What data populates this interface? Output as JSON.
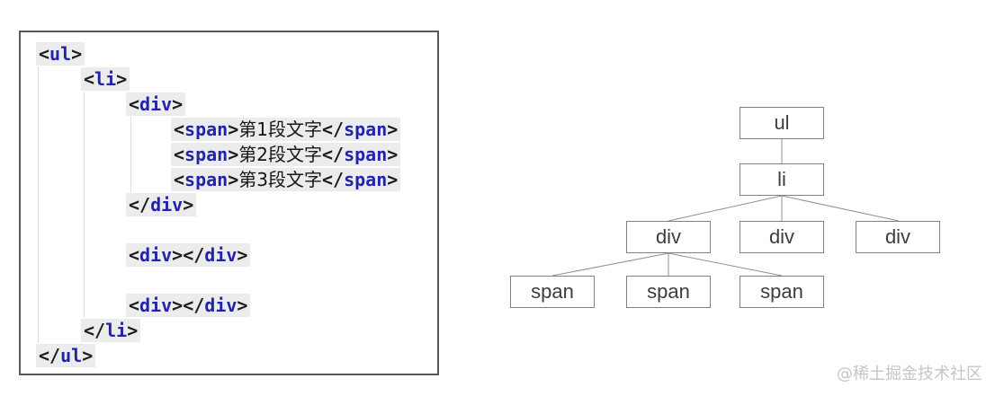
{
  "code": {
    "lines": [
      {
        "indent": 0,
        "segments": [
          {
            "t": "p",
            "v": "<"
          },
          {
            "t": "tag",
            "v": "ul"
          },
          {
            "t": "p",
            "v": ">"
          }
        ]
      },
      {
        "indent": 1,
        "segments": [
          {
            "t": "p",
            "v": "<"
          },
          {
            "t": "tag",
            "v": "li"
          },
          {
            "t": "p",
            "v": ">"
          }
        ]
      },
      {
        "indent": 2,
        "segments": [
          {
            "t": "p",
            "v": "<"
          },
          {
            "t": "tag",
            "v": "div"
          },
          {
            "t": "p",
            "v": ">"
          }
        ]
      },
      {
        "indent": 3,
        "segments": [
          {
            "t": "p",
            "v": "<"
          },
          {
            "t": "tag",
            "v": "span"
          },
          {
            "t": "p",
            "v": ">"
          },
          {
            "t": "text",
            "v": "第1段文字"
          },
          {
            "t": "p",
            "v": "</"
          },
          {
            "t": "tag",
            "v": "span"
          },
          {
            "t": "p",
            "v": ">"
          }
        ]
      },
      {
        "indent": 3,
        "segments": [
          {
            "t": "p",
            "v": "<"
          },
          {
            "t": "tag",
            "v": "span"
          },
          {
            "t": "p",
            "v": ">"
          },
          {
            "t": "text",
            "v": "第2段文字"
          },
          {
            "t": "p",
            "v": "</"
          },
          {
            "t": "tag",
            "v": "span"
          },
          {
            "t": "p",
            "v": ">"
          }
        ]
      },
      {
        "indent": 3,
        "segments": [
          {
            "t": "p",
            "v": "<"
          },
          {
            "t": "tag",
            "v": "span"
          },
          {
            "t": "p",
            "v": ">"
          },
          {
            "t": "text",
            "v": "第3段文字"
          },
          {
            "t": "p",
            "v": "</"
          },
          {
            "t": "tag",
            "v": "span"
          },
          {
            "t": "p",
            "v": ">"
          }
        ]
      },
      {
        "indent": 2,
        "segments": [
          {
            "t": "p",
            "v": "</"
          },
          {
            "t": "tag",
            "v": "div"
          },
          {
            "t": "p",
            "v": ">"
          }
        ]
      },
      {
        "blank": true,
        "segments": []
      },
      {
        "indent": 2,
        "segments": [
          {
            "t": "p",
            "v": "<"
          },
          {
            "t": "tag",
            "v": "div"
          },
          {
            "t": "p",
            "v": "></"
          },
          {
            "t": "tag",
            "v": "div"
          },
          {
            "t": "p",
            "v": ">"
          }
        ]
      },
      {
        "blank": true,
        "segments": []
      },
      {
        "indent": 2,
        "segments": [
          {
            "t": "p",
            "v": "<"
          },
          {
            "t": "tag",
            "v": "div"
          },
          {
            "t": "p",
            "v": "></"
          },
          {
            "t": "tag",
            "v": "div"
          },
          {
            "t": "p",
            "v": ">"
          }
        ]
      },
      {
        "indent": 1,
        "segments": [
          {
            "t": "p",
            "v": "</"
          },
          {
            "t": "tag",
            "v": "li"
          },
          {
            "t": "p",
            "v": ">"
          }
        ]
      },
      {
        "indent": 0,
        "segments": [
          {
            "t": "p",
            "v": "</"
          },
          {
            "t": "tag",
            "v": "ul"
          },
          {
            "t": "p",
            "v": ">"
          }
        ]
      }
    ]
  },
  "tree": {
    "nodes": [
      {
        "label": "ul"
      },
      {
        "label": "li"
      },
      {
        "label": "div"
      },
      {
        "label": "div"
      },
      {
        "label": "div"
      },
      {
        "label": "span"
      },
      {
        "label": "span"
      },
      {
        "label": "span"
      }
    ]
  },
  "watermark": {
    "text": "@稀土掘金技术社区"
  },
  "colors": {
    "tag_name": "#2123a8",
    "punctuation": "#1c1c1e",
    "line_highlight": "#ececec",
    "panel_border": "#58585a",
    "tree_border": "#808080",
    "tree_text": "#3d3d3d",
    "tree_line": "#909090",
    "watermark": "#c5c5c5"
  }
}
